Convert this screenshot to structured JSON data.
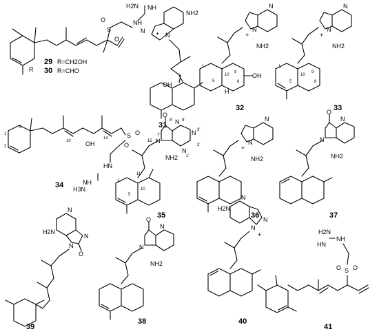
{
  "compounds": [
    {
      "id": "29",
      "label": "29",
      "substituent": "R=CH2OH"
    },
    {
      "id": "30",
      "label": "30",
      "substituent": "R=CHO"
    },
    {
      "id": "31",
      "label": "31"
    },
    {
      "id": "32",
      "label": "32"
    },
    {
      "id": "33",
      "label": "33"
    },
    {
      "id": "34",
      "label": "34"
    },
    {
      "id": "35",
      "label": "35"
    },
    {
      "id": "36",
      "label": "36"
    },
    {
      "id": "37",
      "label": "37"
    },
    {
      "id": "39",
      "label": "39"
    },
    {
      "id": "38",
      "label": "38"
    },
    {
      "id": "40",
      "label": "40"
    },
    {
      "id": "41",
      "label": "41"
    }
  ],
  "atoms": {
    "N": "N",
    "NH": "NH",
    "NH2": "NH2",
    "H2N": "H2N",
    "HN": "HN",
    "H3N": "H3N",
    "O": "O",
    "S": "S",
    "OH": "OH",
    "R": "R",
    "H": "H",
    "plus": "+"
  },
  "locants": {
    "l1": "1",
    "l2": "2",
    "l5": "5",
    "l6": "6",
    "l8": "8",
    "l9": "9",
    "l10": "10",
    "l11": "11",
    "l14": "14",
    "l15": "15",
    "l2p": "2'",
    "l3p": "3'",
    "l7p": "7'",
    "l8p": "8'",
    "l9p": "9'",
    "l1p": "1'"
  }
}
